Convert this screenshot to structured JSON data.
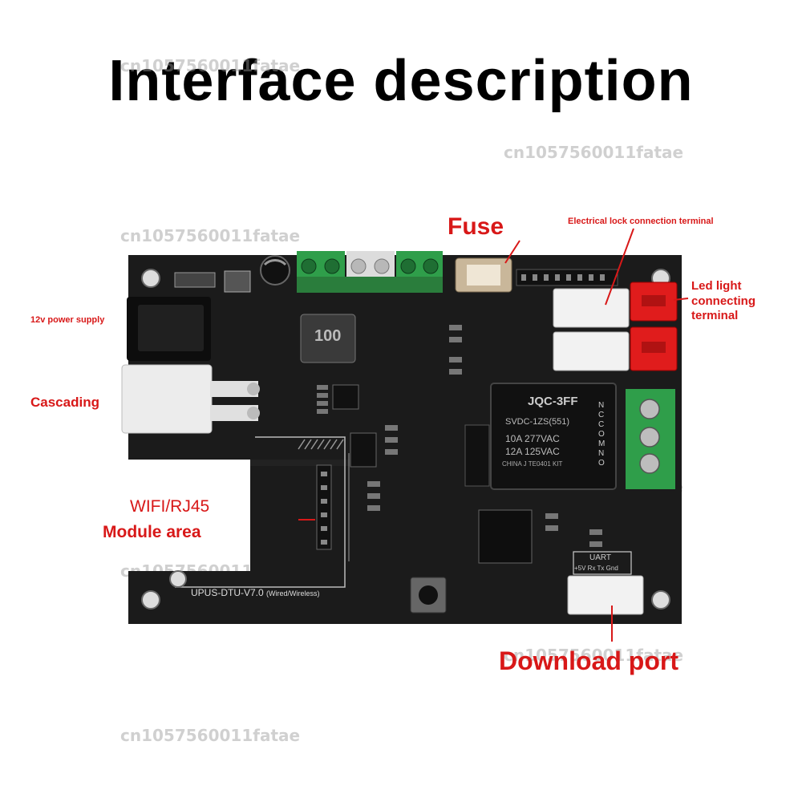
{
  "title": "Interface description",
  "watermark": "cn1057560011fatae",
  "board_name": "UPUS-DTU-V7.0",
  "board_sub": "(Wired/Wireless)",
  "labels": {
    "fuse": "Fuse",
    "lock": "Electrical lock connection terminal",
    "led_1": "Led light",
    "led_2": "connecting",
    "led_3": "terminal",
    "power": "12v power supply",
    "cascading": "Cascading",
    "wifi": "WIFI/RJ45",
    "module": "Module area",
    "download": "Download port"
  },
  "chips": {
    "relay_1": "JQC-3FF",
    "relay_2": "SVDC-1ZS(551)",
    "relay_3": "10A 277VAC",
    "relay_4": "12A 125VAC",
    "relay_5": "CHINA  J  TE0401 KIT",
    "inductor": "100",
    "uart": "UART",
    "uart_pins": "+5V Rx Tx Gnd",
    "relay_term": "NC COM NO"
  },
  "colors": {
    "accent": "#d81818",
    "pcb": "#1b1b1b",
    "terminal_green": "#2f9e4a",
    "connector_red": "#e01c1c"
  }
}
